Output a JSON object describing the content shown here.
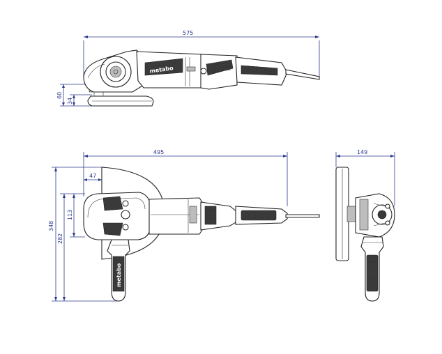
{
  "brand": {
    "logo_text": "metabo"
  },
  "dimensions": {
    "overall_length_side": "575",
    "overall_length_top": "495",
    "front_width": "149",
    "total_height": "348",
    "handle_height": "282",
    "body_width": "113",
    "guard_offset": "47",
    "height_guard": "60",
    "disc_offset": "34"
  },
  "colors": {
    "dimension_lines": "#2b3a8c",
    "outline": "#222222",
    "grip": "#3a3a3a",
    "grey_detail": "#bdbdbd"
  }
}
